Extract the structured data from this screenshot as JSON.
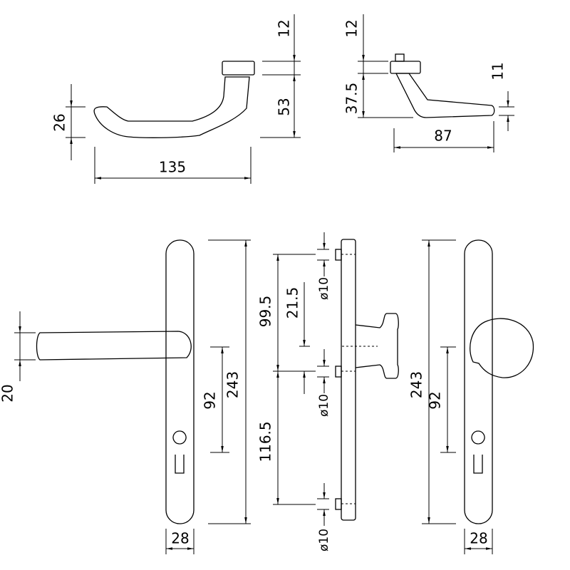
{
  "dims": {
    "lever_height": "26",
    "lever_length": "135",
    "rose_height_left": "12",
    "lever_drop": "53",
    "rose_height_right": "12",
    "side_drop": "37.5",
    "tip_height": "11",
    "side_length": "87",
    "bottom_lever_height": "20",
    "left_spacing": "92",
    "left_plate_length": "243",
    "left_plate_width": "28",
    "upper_spacing": "99.5",
    "spindle_offset": "21.5",
    "lower_spacing": "116.5",
    "hole_top": "ø10",
    "hole_mid": "ø10",
    "hole_bottom": "ø10",
    "right_plate_length": "243",
    "right_spacing": "92",
    "right_plate_width": "28"
  }
}
